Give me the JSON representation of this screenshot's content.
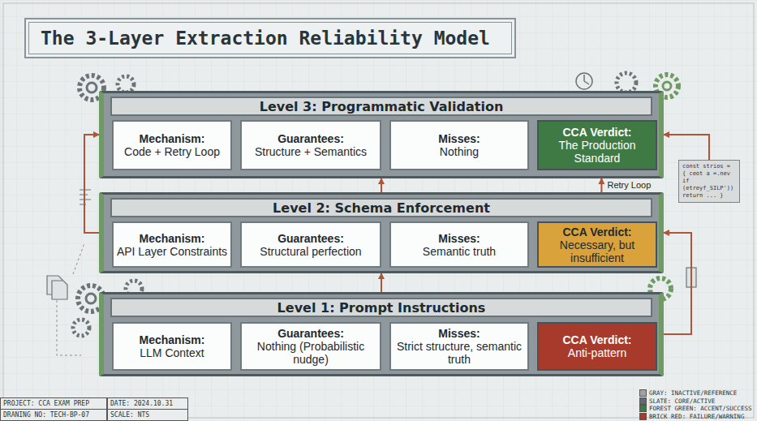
{
  "diagram": {
    "title": "The 3-Layer Extraction Reliability Model",
    "nodes": [
      {
        "text": [
          "Level 3: Programmatic Validation"
        ]
      },
      {
        "text": [
          "Mechanism:",
          "Code + Retry Loop"
        ],
        "in": 0
      },
      {
        "text": [
          "Guarantees:",
          "Structure + Semantics"
        ],
        "in": 0
      },
      {
        "text": [
          "Misses:",
          "Nothing"
        ],
        "in": 0
      },
      {
        "text": [
          "CCA Verdict:",
          "The Production Standard"
        ],
        "in": 0
      },
      {
        "text": [
          "Level 2: Schema Enforcement"
        ]
      },
      {
        "text": [
          "Mechanism:",
          "API Layer Constraints"
        ],
        "in": 5
      },
      {
        "text": [
          "Guarantees:",
          "Structural perfection"
        ],
        "in": 5
      },
      {
        "text": [
          "Misses:",
          "Semantic truth"
        ],
        "in": 5
      },
      {
        "text": [
          "CCA Verdict:",
          "Necessary, but insufficient"
        ],
        "in": 5
      },
      {
        "text": [
          "Level 1: Prompt Instructions"
        ]
      },
      {
        "text": [
          "Mechanism:",
          "LLM Context"
        ],
        "in": 10
      },
      {
        "text": [
          "Guarantees:",
          "Nothing (Probabilistic nudge)"
        ],
        "in": 10
      },
      {
        "text": [
          "Misses:",
          "Strict structure, semantic truth"
        ],
        "in": 10
      },
      {
        "text": [
          "CCA Verdict:",
          "Anti-pattern"
        ],
        "in": 10
      },
      {
        "text": [
          "const strios = { ceot a =.nev if (etreyf_SILP')) return ... }"
        ]
      }
    ],
    "edges": [
      {
        "from": 10,
        "to": 5,
        "arrow": "to"
      },
      {
        "from": 5,
        "to": 0,
        "arrow": "to"
      },
      {
        "from": 5,
        "to": 0,
        "label": "Retry Loop",
        "arrow": "to"
      },
      {
        "from": 11,
        "to": 12,
        "arrow": "to"
      },
      {
        "from": 12,
        "to": 13,
        "arrow": "to"
      },
      {
        "from": 6,
        "to": 7,
        "arrow": "none"
      },
      {
        "from": 7,
        "to": 8,
        "arrow": "none"
      },
      {
        "from": 15,
        "to": 0,
        "arrow": "to"
      },
      {
        "from": 10,
        "to": 5,
        "arrow": "to"
      },
      {
        "from": 5,
        "to": 0,
        "arrow": "to"
      }
    ],
    "labels": [
      "PROJECT: CCA EXAM PREP",
      "DATE: 2024.10.31",
      "DRANING NO: TECH-BP-07",
      "SCALE: NTS"
    ],
    "legend": [
      {
        "text": "GRAY: INACTIVE/REFERENCE",
        "color": "#9ea3a6"
      },
      {
        "text": "SLATE: CORE/ACTIVE",
        "color": "#5d6b73"
      },
      {
        "text": "FOREST GREEN: ACCENT/SUCCESS",
        "color": "#3f7a45"
      },
      {
        "text": "BRICK RED: FAILURE/WARNING",
        "color": "#a83a2c"
      }
    ]
  }
}
